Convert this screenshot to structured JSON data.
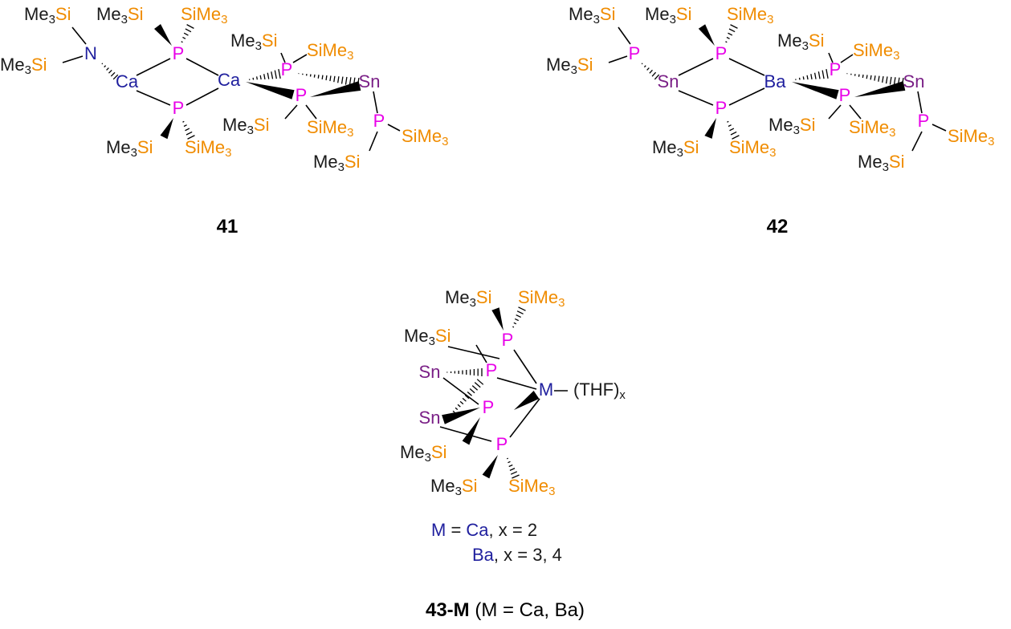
{
  "compounds": [
    {
      "id": "41",
      "label": "41"
    },
    {
      "id": "42",
      "label": "42"
    },
    {
      "id": "43",
      "label_bold": "43-M",
      "label_rest": " (M = Ca, Ba)"
    }
  ],
  "legend": {
    "line1_metal": "M",
    "line1_eq": " = ",
    "line1_value": "Ca",
    "line1_rest": ", x = 2",
    "line2_value": "Ba",
    "line2_rest": ", x = 3, 4"
  },
  "atom_text": {
    "me3si_pre": "Me",
    "me3si_post": "Si",
    "sime3_pre": "SiMe",
    "sub3": "3",
    "P": "P",
    "N": "N",
    "Ca": "Ca",
    "Ba": "Ba",
    "Sn": "Sn",
    "M": "M",
    "thf": "(THF)",
    "thf_sub": "x"
  },
  "colors": {
    "black": "#1a1a1a",
    "orange": "#f08c00",
    "magenta": "#e800e8",
    "blue": "#1f1f9e",
    "purple": "#7a1f86"
  }
}
